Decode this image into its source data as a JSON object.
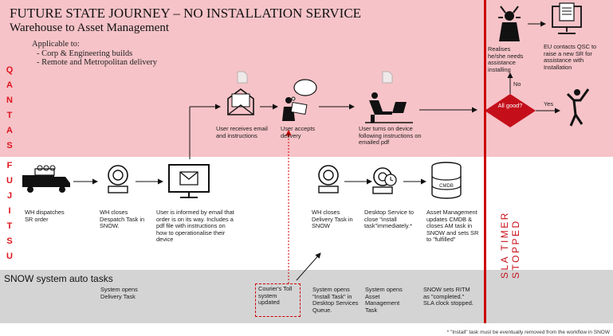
{
  "title": "FUTURE STATE JOURNEY – NO INSTALLATION SERVICE",
  "subtitle": "Warehouse  to Asset Management",
  "applicable": {
    "heading": "Applicable to:",
    "items": [
      "-  Corp & Engineering builds",
      "-  Remote and Metropolitan delivery"
    ]
  },
  "lanes": {
    "qantas_letters": [
      "Q",
      "A",
      "N",
      "T",
      "A",
      "S"
    ],
    "fujitsu_letters": [
      "F",
      "U",
      "J",
      "I",
      "T",
      "S",
      "U"
    ],
    "snow_label": "SNOW system auto tasks",
    "sla_label": "SLA TIMER STOPPED"
  },
  "qantas_steps": {
    "receives_email": "User receives email and instructions",
    "accepts_delivery": "User accepts delivery",
    "turns_on": "User turns on device following instructions on emailed pdf",
    "realises": "Realises he/she needs assistance installing",
    "eu_contacts": "EU contacts QSC to raise a new SR for assistance with Installation",
    "decision": "All good?",
    "yes": "Yes",
    "no": "No"
  },
  "fujitsu_steps": {
    "wh_dispatches": "WH dispatches SR order",
    "wh_closes_despatch": "WH closes Despatch Task in SNOW.",
    "user_informed": "User is informed by email that order is on its way. Includes a pdf file with instructions on how to operationalise their device",
    "wh_closes_delivery": "WH closes Delivery Task in SNOW",
    "desktop_service": "Desktop Service to close \"install task\"immediately.*",
    "asset_mgmt": "Asset Management updates CMDB & closes AM task in SNOW and sets SR to \"fulfilled\"",
    "cmdb_label": "CMDB"
  },
  "snow_steps": {
    "opens_delivery": "System opens Delivery Task",
    "courier": "Courier's Toll system updated",
    "opens_install": "System opens \"Install Task\" in Desktop Services Queue.",
    "opens_am": "System opens Asset Management Task",
    "sets_ritm": "SNOW sets RITM as \"completed.\" SLA clock stopped."
  },
  "footnote": "* \"Install\" task must be eventually  removed from the workflow in SNOW",
  "colors": {
    "qantas_band": "#f6c3c8",
    "snow_band": "#d4d4d4",
    "accent_red": "#cc0000",
    "diamond": "#c40f1a"
  }
}
